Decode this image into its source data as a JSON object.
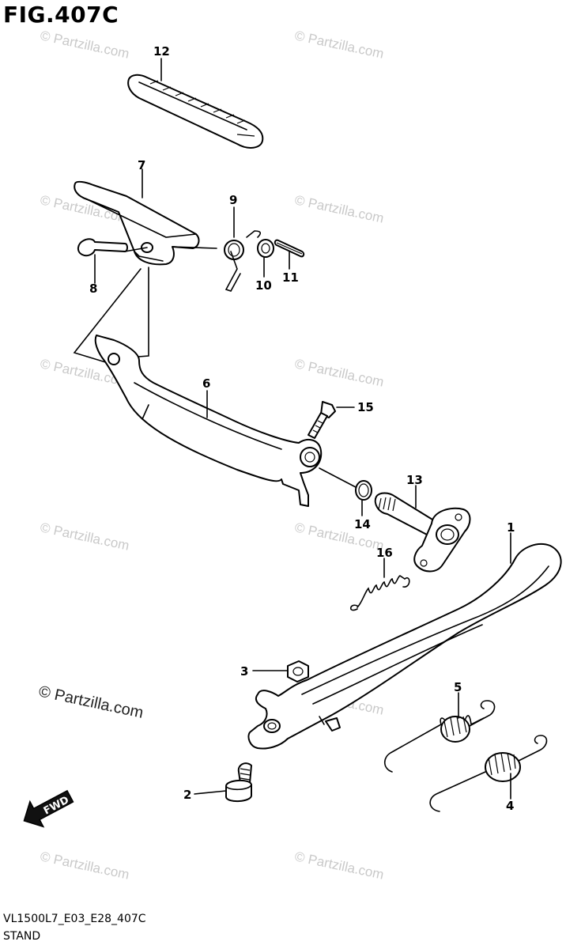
{
  "figure": {
    "title": "FIG.407C",
    "model_code": "VL1500L7_E03_E28_407C",
    "section_name": "STAND"
  },
  "watermark": {
    "text": "© Partzilla.com",
    "highlighted_text": "© Partzilla.com"
  },
  "direction_badge": "FWD",
  "callouts": {
    "c1": "1",
    "c2": "2",
    "c3": "3",
    "c4": "4",
    "c5": "5",
    "c6": "6",
    "c7": "7",
    "c8": "8",
    "c9": "9",
    "c10": "10",
    "c11": "11",
    "c12": "12",
    "c13": "13",
    "c14": "14",
    "c15": "15",
    "c16": "16"
  }
}
